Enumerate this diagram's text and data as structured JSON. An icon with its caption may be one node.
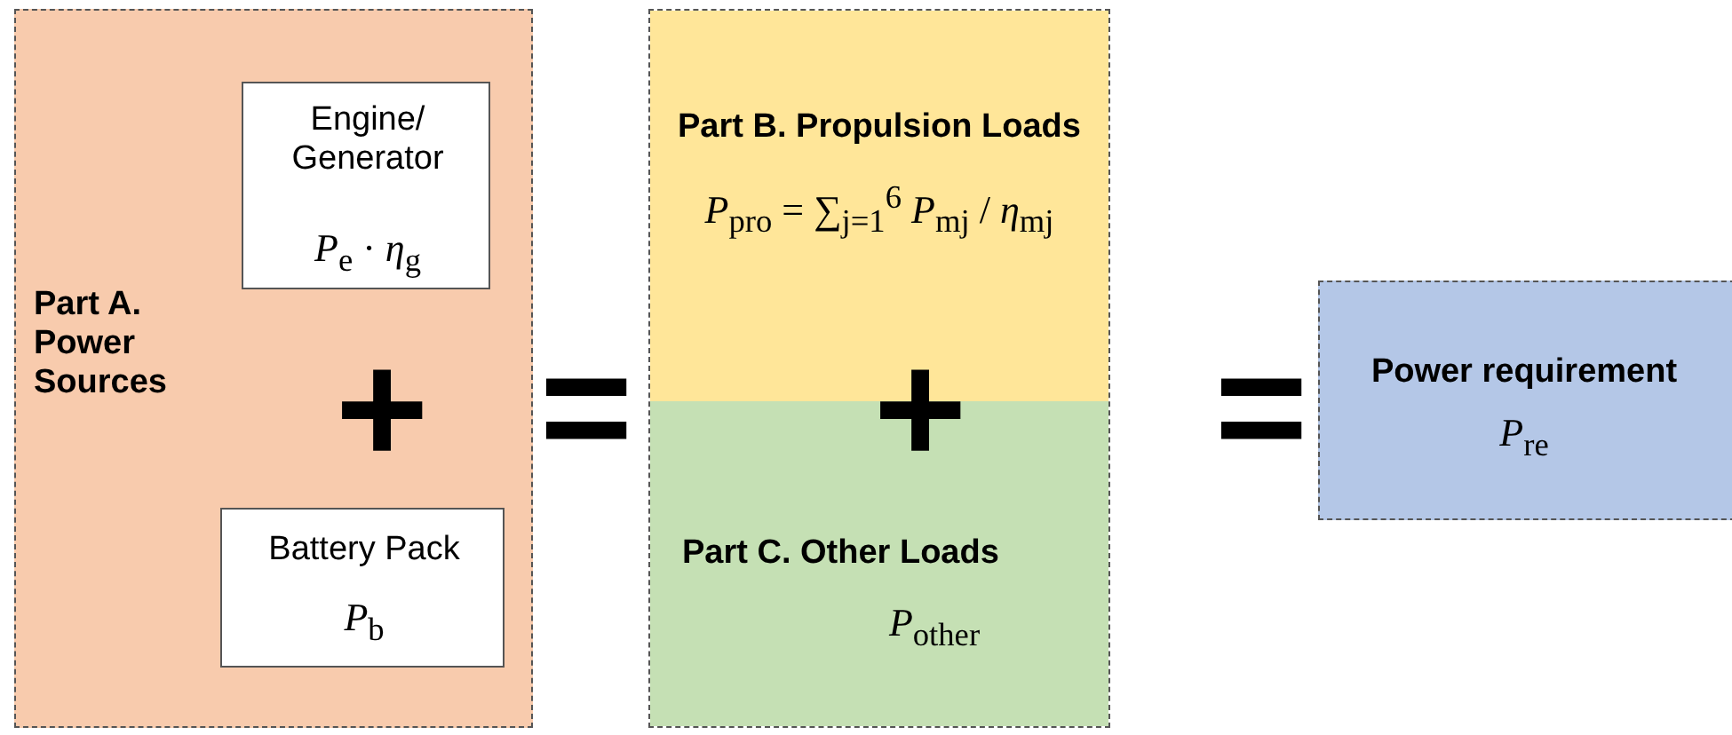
{
  "diagram": {
    "nodes": [
      {
        "text": [
          "Part A. Power Sources"
        ]
      },
      {
        "text": [
          "Engine/ Generator",
          "*P*$_{e}$ · *η*$_{g}$"
        ],
        "in": 0
      },
      {
        "text": [
          "Battery Pack",
          "*P*$_{b}$"
        ],
        "in": 0
      },
      {
        "text": [],
        "shape": "box"
      },
      {
        "text": [
          "Part B. Propulsion Loads",
          "*P*$_{pro}$ = ∑$_{j=1}$$^{6}$ *P*$_{mj}$ / *η*$_{mj}$"
        ],
        "in": 3
      },
      {
        "text": [
          "Part C. Other Loads",
          "*P*$_{other}$"
        ],
        "in": 3
      },
      {
        "text": [
          "Power requirement",
          "*P*$_{re}$"
        ]
      }
    ],
    "edges": [],
    "labels": [
      "+",
      "=",
      "+",
      "="
    ]
  }
}
